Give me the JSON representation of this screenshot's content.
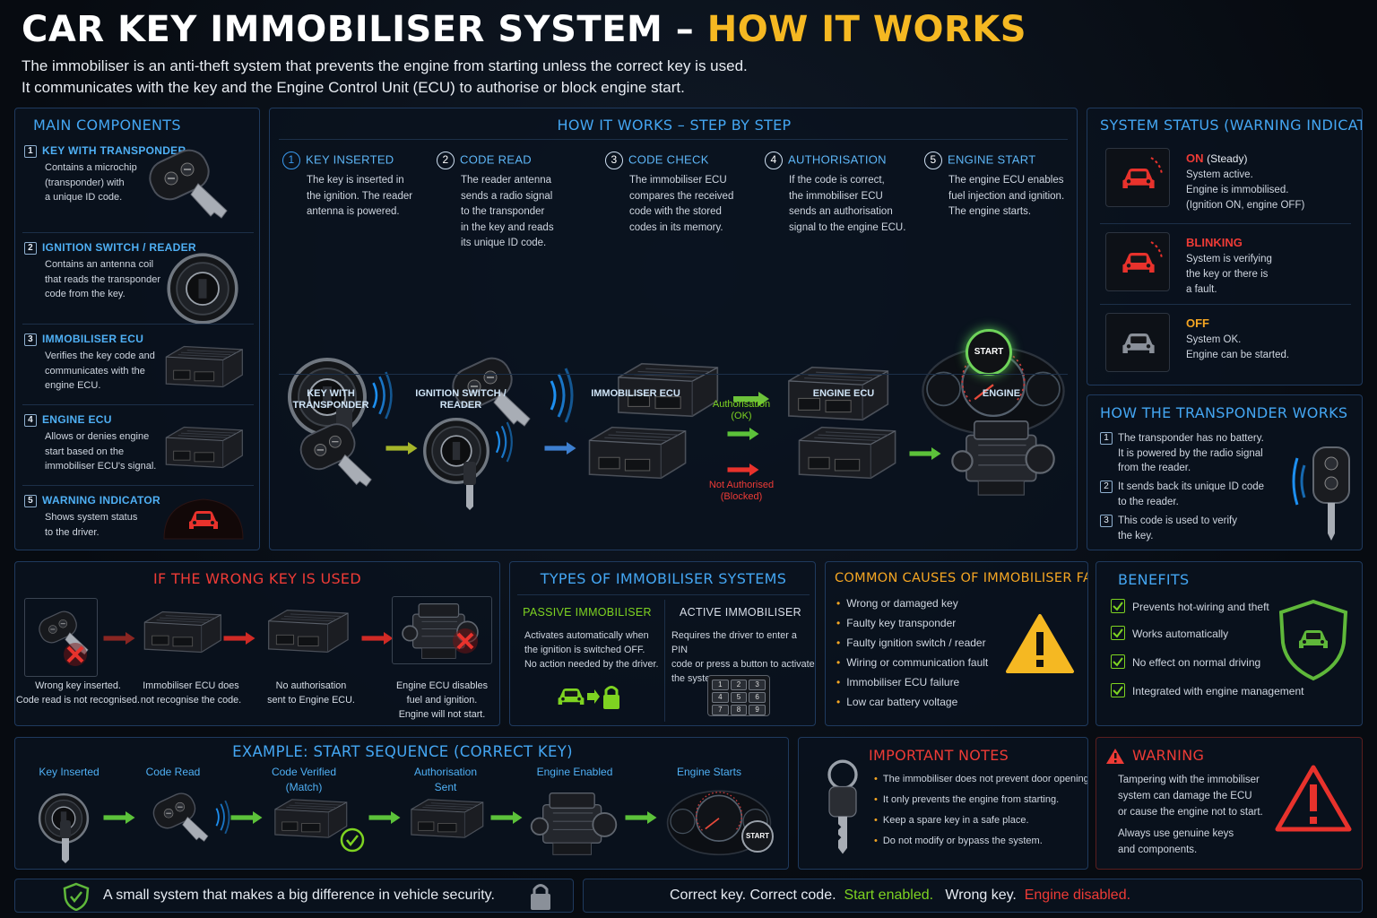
{
  "header": {
    "title_white": "CAR KEY IMMOBILISER SYSTEM –",
    "title_yellow": "HOW IT WORKS",
    "line1": "The immobiliser is an anti-theft system that prevents the engine from starting unless the correct key is used.",
    "line2": "It communicates with the key and the Engine Control Unit (ECU) to authorise or block engine start."
  },
  "components": {
    "heading": "MAIN COMPONENTS",
    "items": [
      {
        "n": "1",
        "label": "KEY WITH TRANSPONDER",
        "desc": [
          "Contains a microchip",
          "(transponder) with",
          "a unique ID code."
        ]
      },
      {
        "n": "2",
        "label": "IGNITION SWITCH / READER",
        "desc": [
          "Contains an antenna coil",
          "that reads the transponder",
          "code from the key."
        ]
      },
      {
        "n": "3",
        "label": "IMMOBILISER ECU",
        "desc": [
          "Verifies the key code and",
          "communicates with the",
          "engine ECU."
        ]
      },
      {
        "n": "4",
        "label": "ENGINE ECU",
        "desc": [
          "Allows or denies engine",
          "start based on the",
          "immobiliser ECU's signal."
        ]
      },
      {
        "n": "5",
        "label": "WARNING INDICATOR",
        "desc": [
          "Shows system status",
          "to the driver."
        ]
      }
    ]
  },
  "steps": {
    "heading": "HOW IT WORKS – STEP BY STEP",
    "items": [
      {
        "n": "1",
        "label": "KEY INSERTED",
        "desc": [
          "The key is inserted in",
          "the ignition. The reader",
          "antenna is powered."
        ]
      },
      {
        "n": "2",
        "label": "CODE READ",
        "desc": [
          "The reader antenna",
          "sends a radio signal",
          "to the transponder",
          "in the key and reads",
          "its unique ID code."
        ]
      },
      {
        "n": "3",
        "label": "CODE CHECK",
        "desc": [
          "The immobiliser ECU",
          "compares the received",
          "code with the stored",
          "codes in its memory."
        ]
      },
      {
        "n": "4",
        "label": "AUTHORISATION",
        "desc": [
          "If the code is correct,",
          "the immobiliser ECU",
          "sends an authorisation",
          "signal to the engine ECU."
        ]
      },
      {
        "n": "5",
        "label": "ENGINE START",
        "desc": [
          "The engine ECU enables",
          "fuel injection and ignition.",
          "The engine starts."
        ]
      }
    ],
    "start_label": "START",
    "flow": {
      "key": [
        "KEY WITH",
        "TRANSPONDER"
      ],
      "reader": [
        "IGNITION SWITCH /",
        "READER"
      ],
      "immo": "IMMOBILISER ECU",
      "engine_ecu": "ENGINE ECU",
      "engine": "ENGINE",
      "ok": [
        "Authorisation",
        "(OK)"
      ],
      "blocked": [
        "Not Authorised",
        "(Blocked)"
      ]
    }
  },
  "status": {
    "heading": "SYSTEM STATUS (WARNING INDICATOR)",
    "items": [
      {
        "state": "ON",
        "extra": "(Steady)",
        "desc": [
          "System active.",
          "Engine is immobilised.",
          "(Ignition ON, engine OFF)"
        ],
        "color": "#ee3b36"
      },
      {
        "state": "BLINKING",
        "extra": "",
        "desc": [
          "System is verifying",
          "the key or there is",
          "a fault."
        ],
        "color": "#ee3b36"
      },
      {
        "state": "OFF",
        "extra": "",
        "desc": [
          "System OK.",
          "Engine can be started."
        ],
        "color": "#f5a623"
      }
    ]
  },
  "transponder": {
    "heading": "HOW THE TRANSPONDER WORKS",
    "items": [
      {
        "n": "1",
        "desc": [
          "The transponder has no battery.",
          "It is powered by the radio signal",
          "from the reader."
        ]
      },
      {
        "n": "2",
        "desc": [
          "It sends back its unique ID code",
          "to the reader."
        ]
      },
      {
        "n": "3",
        "desc": [
          "This code is used to verify",
          "the key."
        ]
      }
    ]
  },
  "wrong": {
    "heading": "IF THE WRONG KEY IS USED",
    "items": [
      [
        "Wrong key inserted.",
        "Code read is not recognised."
      ],
      [
        "Immobiliser ECU does",
        "not recognise the code."
      ],
      [
        "No authorisation",
        "sent to Engine ECU."
      ],
      [
        "Engine ECU disables",
        "fuel and ignition.",
        "Engine will not start."
      ]
    ]
  },
  "types": {
    "heading": "TYPES OF IMMOBILISER SYSTEMS",
    "passive": {
      "label": "PASSIVE IMMOBILISER",
      "desc": [
        "Activates automatically when",
        "the ignition is switched OFF.",
        "No action needed by the driver."
      ]
    },
    "active": {
      "label": "ACTIVE IMMOBILISER",
      "desc": [
        "Requires the driver to enter a PIN",
        "code or press a button to activate",
        "the system."
      ]
    },
    "keypad": [
      "1",
      "2",
      "3",
      "4",
      "5",
      "6",
      "7",
      "8",
      "9"
    ]
  },
  "faults": {
    "heading": "COMMON CAUSES OF IMMOBILISER FAULTS",
    "items": [
      "Wrong or damaged key",
      "Faulty key transponder",
      "Faulty ignition switch / reader",
      "Wiring or communication fault",
      "Immobiliser ECU failure",
      "Low car battery voltage"
    ]
  },
  "benefits": {
    "heading": "BENEFITS",
    "items": [
      "Prevents hot-wiring and theft",
      "Works automatically",
      "No effect on normal driving",
      "Integrated with engine management"
    ]
  },
  "sequence": {
    "heading": "EXAMPLE: START SEQUENCE (CORRECT KEY)",
    "items": [
      [
        "Key Inserted"
      ],
      [
        "Code Read"
      ],
      [
        "Code Verified",
        "(Match)"
      ],
      [
        "Authorisation",
        "Sent"
      ],
      [
        "Engine Enabled"
      ],
      [
        "Engine Starts"
      ]
    ],
    "start_label": "START"
  },
  "notes": {
    "heading": "IMPORTANT NOTES",
    "items": [
      "The immobiliser does not prevent door opening.",
      "It only prevents the engine from starting.",
      "Keep a spare key in a safe place.",
      "Do not modify or bypass the system."
    ]
  },
  "warning": {
    "heading": "WARNING",
    "p1": [
      "Tampering with the immobiliser",
      "system can damage the ECU",
      "or cause the engine not to start."
    ],
    "p2": [
      "Always use genuine keys",
      "and components."
    ]
  },
  "footer": {
    "left": "A small system that makes a big difference in vehicle security.",
    "r1": "Correct key. Correct code.",
    "r2": "Start enabled.",
    "r3": "Wrong key.",
    "r4": "Engine disabled."
  },
  "colors": {
    "accent": "#44a6f2",
    "yellow": "#f5b822",
    "red": "#ee3b36",
    "green": "#7ed321",
    "orange": "#f5a623"
  }
}
